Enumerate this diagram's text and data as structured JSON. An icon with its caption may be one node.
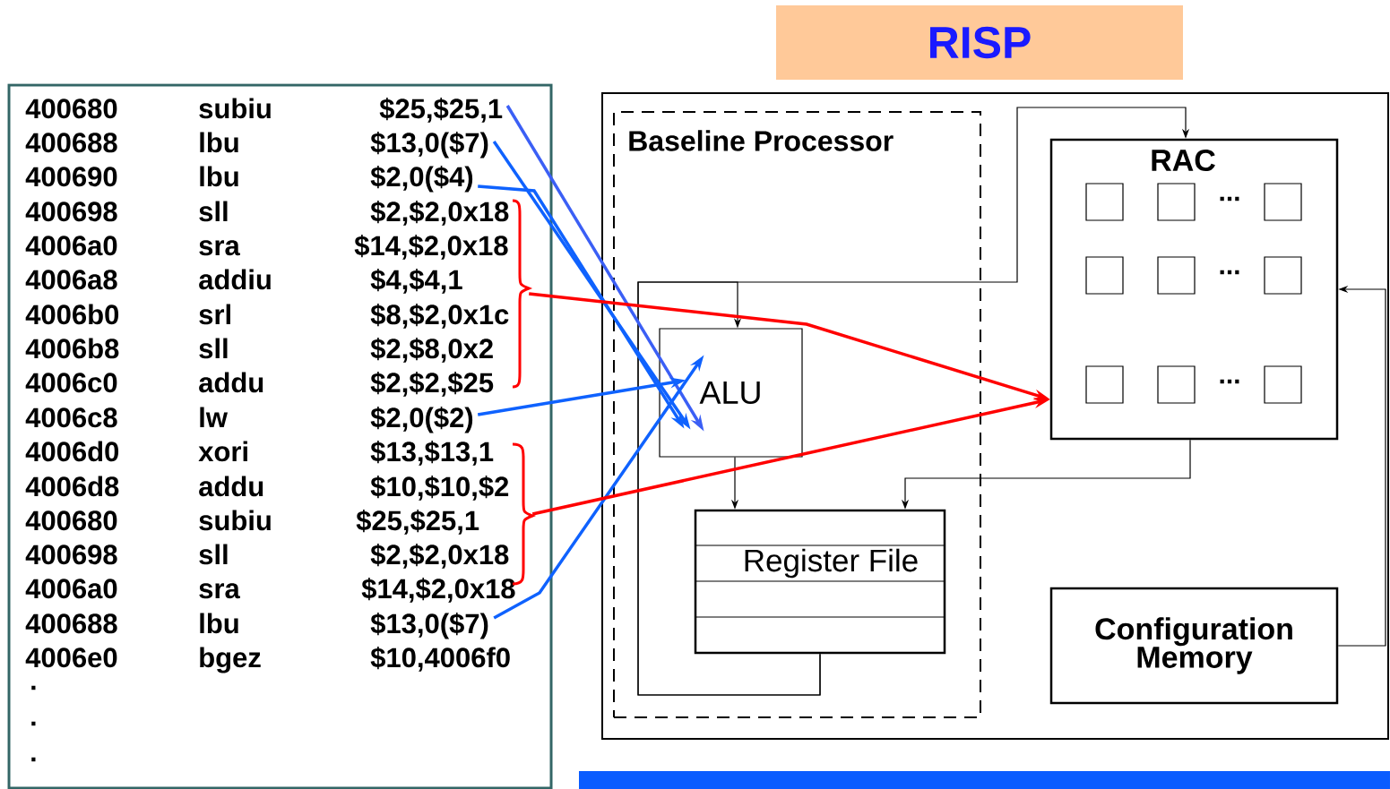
{
  "diagram": {
    "nodes": [
      {
        "text": [
          "RISP"
        ]
      },
      {
        "text": [],
        "shape": "box"
      },
      {
        "text": [
          "400680",
          "subiu",
          "$25,$25,1"
        ],
        "in": 1
      },
      {
        "text": [
          "400688",
          "lbu",
          "$13,0($7)"
        ],
        "in": 1
      },
      {
        "text": [
          "400690",
          "lbu",
          "$2,0($4)"
        ],
        "in": 1
      },
      {
        "text": [
          "400698",
          "sll",
          "$2,$2,0x18"
        ],
        "in": 1
      },
      {
        "text": [
          "4006a0",
          "sra",
          "$14,$2,0x18"
        ],
        "in": 1
      },
      {
        "text": [
          "4006a8",
          "addiu",
          "$4,$4,1"
        ],
        "in": 1
      },
      {
        "text": [
          "4006b0",
          "srl",
          "$8,$2,0x1c"
        ],
        "in": 1
      },
      {
        "text": [
          "4006b8",
          "sll",
          "$2,$8,0x2"
        ],
        "in": 1
      },
      {
        "text": [
          "4006c0",
          "addu",
          "$2,$2,$25"
        ],
        "in": 1
      },
      {
        "text": [
          "4006c8",
          "lw",
          "$2,0($2)"
        ],
        "in": 1
      },
      {
        "text": [
          "4006d0",
          "xori",
          "$13,$13,1"
        ],
        "in": 1
      },
      {
        "text": [
          "4006d8",
          "addu",
          "$10,$10,$2"
        ],
        "in": 1
      },
      {
        "text": [
          "400680",
          "subiu",
          "$25,$25,1"
        ],
        "in": 1
      },
      {
        "text": [
          "400698",
          "sll",
          "$2,$2,0x18"
        ],
        "in": 1
      },
      {
        "text": [
          "4006a0",
          "sra",
          "$14,$2,0x18"
        ],
        "in": 1
      },
      {
        "text": [
          "400688",
          "lbu",
          "$13,0($7)"
        ],
        "in": 1
      },
      {
        "text": [
          "4006e0",
          "bgez",
          "$10,4006f0"
        ],
        "in": 1
      },
      {
        "text": [],
        "shape": "brace",
        "in": 1
      },
      {
        "text": [],
        "shape": "brace",
        "in": 1
      },
      {
        "text": [],
        "shape": "box"
      },
      {
        "text": [
          "Baseline Processor"
        ],
        "in": 21
      },
      {
        "text": [
          "ALU"
        ],
        "in": 22
      },
      {
        "text": [
          "Register File"
        ],
        "in": 22
      },
      {
        "text": [
          "RAC"
        ],
        "in": 21
      },
      {
        "text": [
          "Configuration Memory"
        ],
        "in": 21
      },
      {
        "text": [],
        "shape": "bar"
      }
    ],
    "edges": [
      {
        "from": 24,
        "to": 23,
        "arrow": "to"
      },
      {
        "from": 24,
        "to": 25,
        "arrow": "to"
      },
      {
        "from": 23,
        "to": 24,
        "arrow": "to"
      },
      {
        "from": 25,
        "to": 24,
        "arrow": "to"
      },
      {
        "from": 26,
        "to": 25,
        "arrow": "to"
      },
      {
        "from": 2,
        "to": 23,
        "arrow": "to",
        "color": "#3b5ff5"
      },
      {
        "from": 3,
        "to": 23,
        "arrow": "to",
        "color": "#0f62fe"
      },
      {
        "from": 4,
        "to": 23,
        "arrow": "to",
        "color": "#0f62fe"
      },
      {
        "from": 11,
        "to": 23,
        "arrow": "to",
        "color": "#0f62fe"
      },
      {
        "from": 17,
        "to": 23,
        "arrow": "to",
        "color": "#0f62fe"
      },
      {
        "from": 19,
        "to": 25,
        "arrow": "to",
        "color": "#ff0000"
      },
      {
        "from": 20,
        "to": 25,
        "arrow": "to",
        "color": "#ff0000"
      }
    ],
    "labels": [
      "...",
      "...",
      "...",
      ".",
      ".",
      "."
    ]
  }
}
